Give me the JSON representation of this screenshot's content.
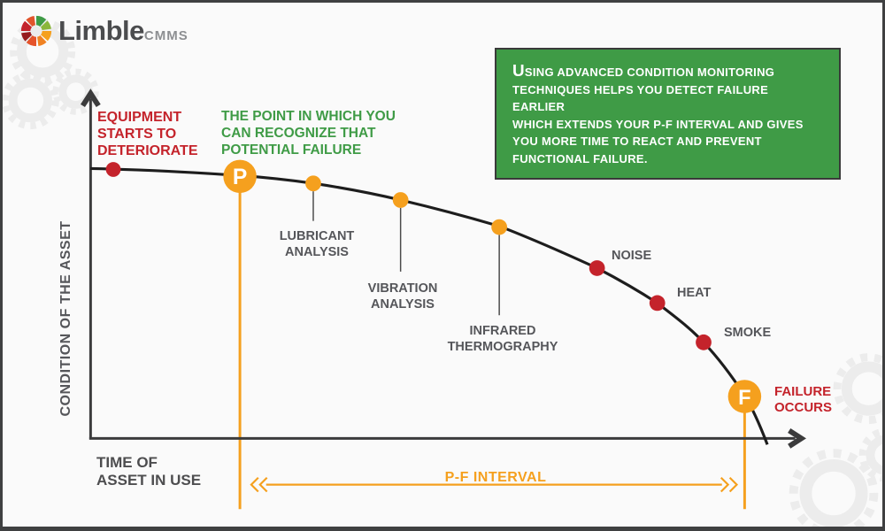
{
  "logo": {
    "name": "Limble",
    "suffix": "CMMS"
  },
  "info_box": {
    "text": "USING ADVANCED CONDITION MONITORING\nTECHNIQUES HELPS YOU DETECT FAILURE EARLIER\nWHICH EXTENDS YOUR P-F INTERVAL AND GIVES\nYOU MORE TIME TO REACT AND PREVENT\nFUNCTIONAL FAILURE.",
    "bg_color": "#3f9b46"
  },
  "axes": {
    "y_label": "CONDITION OF THE ASSET",
    "x_label": "TIME OF\nASSET IN USE"
  },
  "curve": {
    "deterioration_label": "EQUIPMENT\nSTARTS TO\nDETERIORATE",
    "recognition_label": "THE POINT IN WHICH YOU\nCAN RECOGNIZE THAT\nPOTENTIAL FAILURE",
    "failure_label": "FAILURE\nOCCURS",
    "p_marker": "P",
    "f_marker": "F",
    "interval_label": "P-F INTERVAL",
    "detection_points": [
      {
        "label": "LUBRICANT\nANALYSIS",
        "severity": "early-detection",
        "color": "#f5a01e"
      },
      {
        "label": "VIBRATION\nANALYSIS",
        "severity": "early-detection",
        "color": "#f5a01e"
      },
      {
        "label": "INFRARED\nTHERMOGRAPHY",
        "severity": "early-detection",
        "color": "#f5a01e"
      },
      {
        "label": "NOISE",
        "severity": "late-symptom",
        "color": "#c4232b"
      },
      {
        "label": "HEAT",
        "severity": "late-symptom",
        "color": "#c4232b"
      },
      {
        "label": "SMOKE",
        "severity": "late-symptom",
        "color": "#c4232b"
      }
    ]
  },
  "colors": {
    "accent_orange": "#f5a01e",
    "alert_red": "#c4232b",
    "brand_green": "#3f9b46",
    "axis_ink": "#3b3b3c",
    "text_gray": "#55565a",
    "watermark": "#ececec"
  }
}
